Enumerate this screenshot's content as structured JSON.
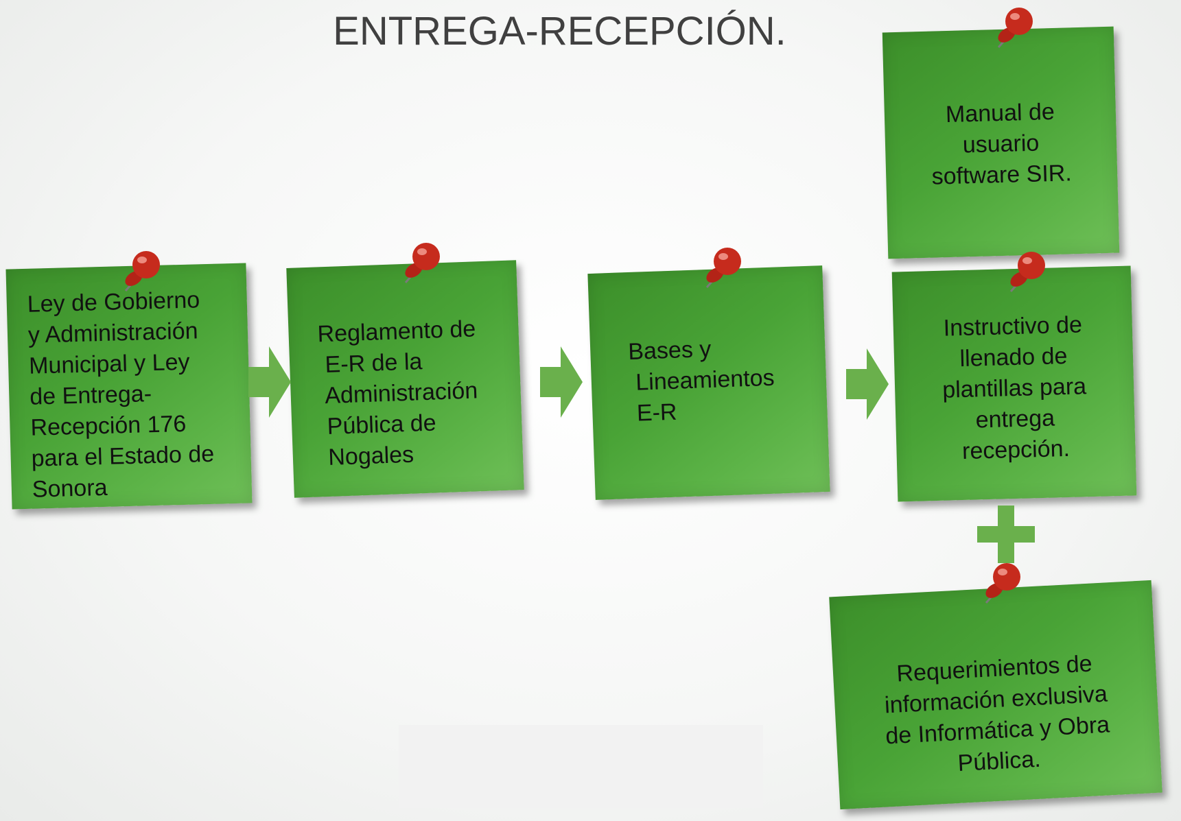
{
  "title": "ENTREGA-RECEPCIÓN.",
  "notes": {
    "ley": "Ley de Gobierno\ny Administración\nMunicipal y Ley\nde Entrega-\nRecepción 176\npara el Estado de\nSonora",
    "reglamento": "Reglamento de\n E-R de la\n Administración\n Pública de\n Nogales",
    "bases": "Bases y\n Lineamientos\n E-R",
    "manual": "Manual de\nusuario\nsoftware SIR.",
    "instructivo": "Instructivo de\nllenado de\nplantillas para\nentrega\nrecepción.",
    "requerimientos": "Requerimientos de\ninformación exclusiva\nde Informática y Obra\nPública."
  },
  "icons": {
    "pin": "red-pushpin-icon",
    "arrow": "green-right-arrow-icon",
    "plus": "green-plus-icon"
  },
  "colors": {
    "note_green": "#49a336",
    "arrow_green": "#6ab04c",
    "pin_red": "#c62b1d",
    "title_gray": "#404040"
  }
}
